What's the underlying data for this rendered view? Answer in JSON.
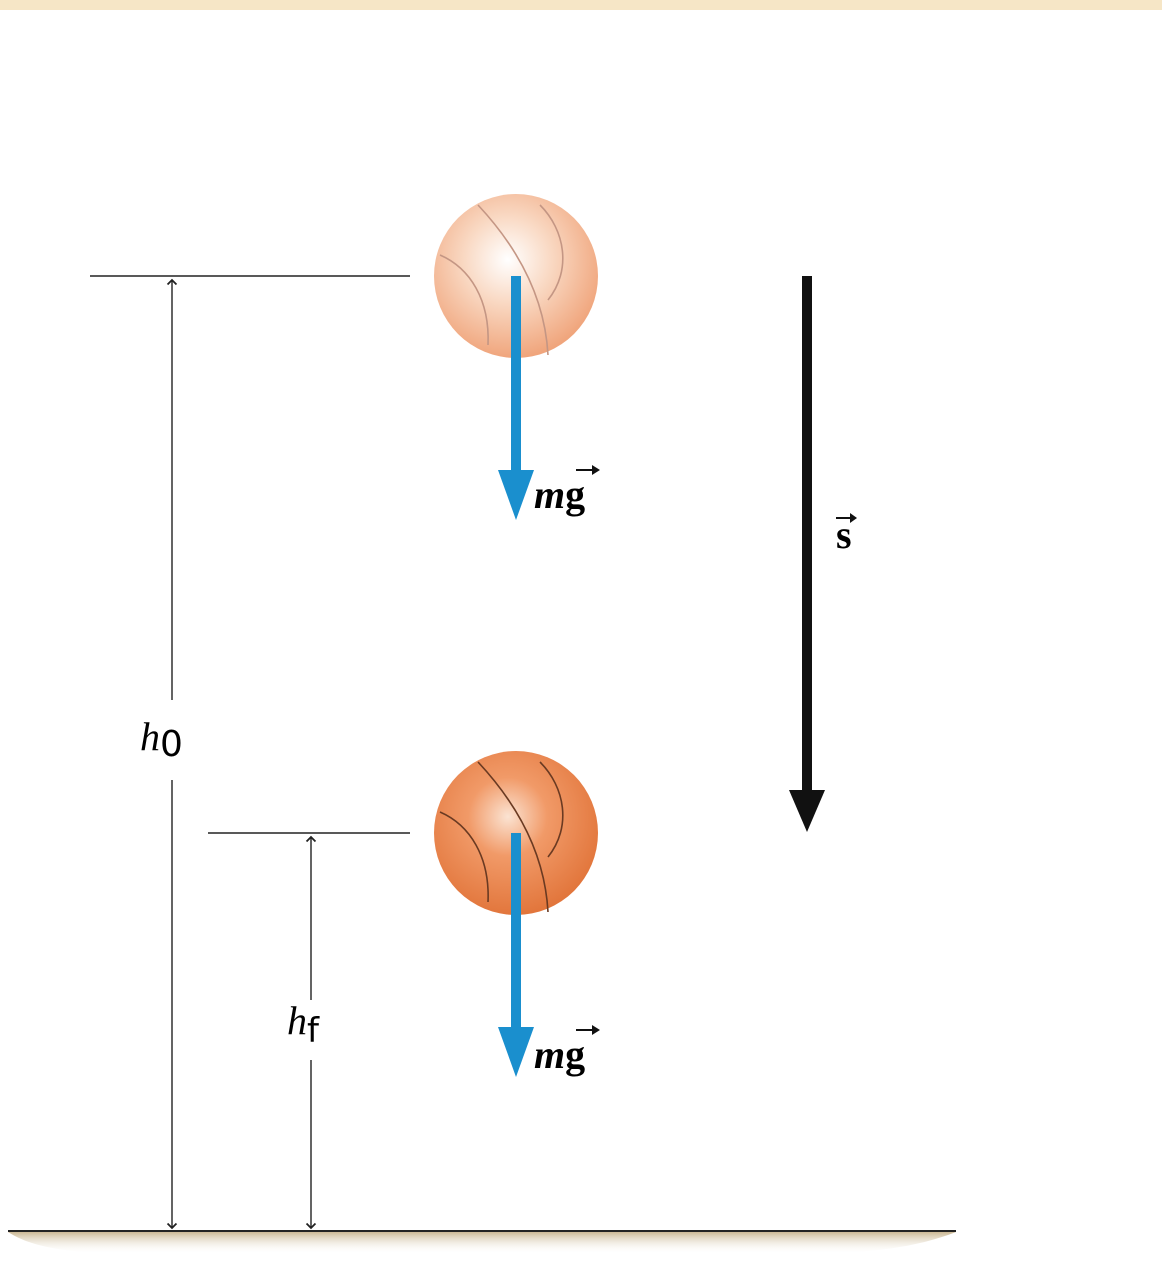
{
  "labels": {
    "h0_base": "h",
    "h0_sub": "0",
    "hf_base": "h",
    "hf_sub": "f",
    "weight_top_m": "m",
    "weight_top_g": "g",
    "weight_bottom_m": "m",
    "weight_bottom_g": "g",
    "displacement": "s"
  },
  "colors": {
    "frame_band": "#f6e6c6",
    "ball_top": "#f4b792",
    "ball_bottom": "#ec8a55",
    "weight_arrow": "#1a8fce",
    "displacement_arrow": "#111111",
    "ground_shadow": "#d7c7a8",
    "dimension_line": "#222222"
  },
  "icons": {
    "ball": "basketball-icon",
    "arrow": "arrow-down-icon"
  }
}
